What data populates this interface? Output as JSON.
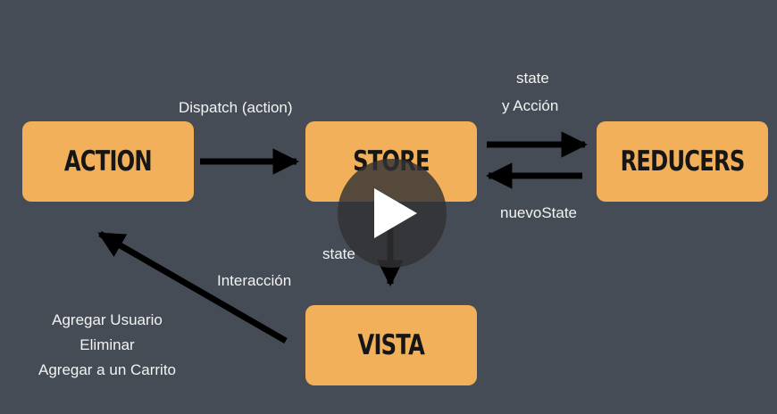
{
  "nodes": {
    "action": "ACTION",
    "store": "STORE",
    "reducers": "REDUCERS",
    "vista": "VISTA"
  },
  "labels": {
    "dispatch": "Dispatch (action)",
    "state_top": "state",
    "y_accion": "y Acción",
    "nuevo_state": "nuevoState",
    "state_down": "state",
    "interaccion": "Interacción",
    "actions_list": [
      "Agregar Usuario",
      "Eliminar",
      "Agregar a un Carrito"
    ]
  },
  "colors": {
    "background": "#464c55",
    "box": "#f2b05a",
    "arrow": "#000000",
    "text": "#f3f3f3"
  },
  "icons": {
    "play": "play-icon"
  }
}
